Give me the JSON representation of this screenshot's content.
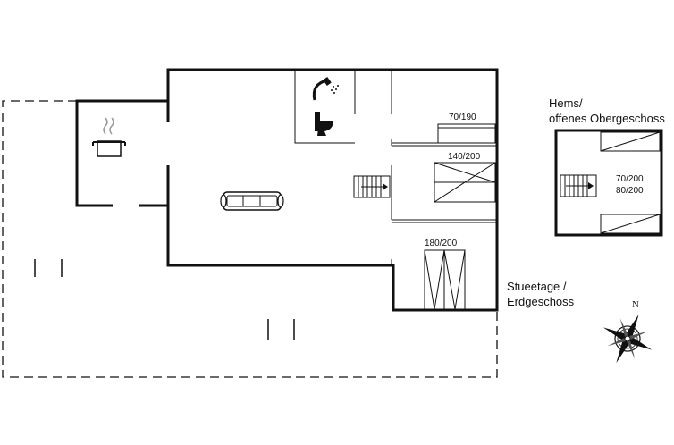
{
  "floors": {
    "ground": {
      "label_line1": "Stueetage /",
      "label_line2": "Erdgeschoss"
    },
    "loft": {
      "label_line1": "Hems/",
      "label_line2": "offenes Obergeschoss"
    }
  },
  "beds": {
    "bed1": "70/190",
    "bed2": "140/200",
    "bed3": "180/200",
    "loft_bed1": "70/200",
    "loft_bed2": "80/200"
  },
  "compass": {
    "north": "N"
  },
  "icons": [
    "cooking-pot-icon",
    "sofa-icon",
    "shower-icon",
    "toilet-icon",
    "staircase-icon",
    "compass-rose-icon"
  ]
}
